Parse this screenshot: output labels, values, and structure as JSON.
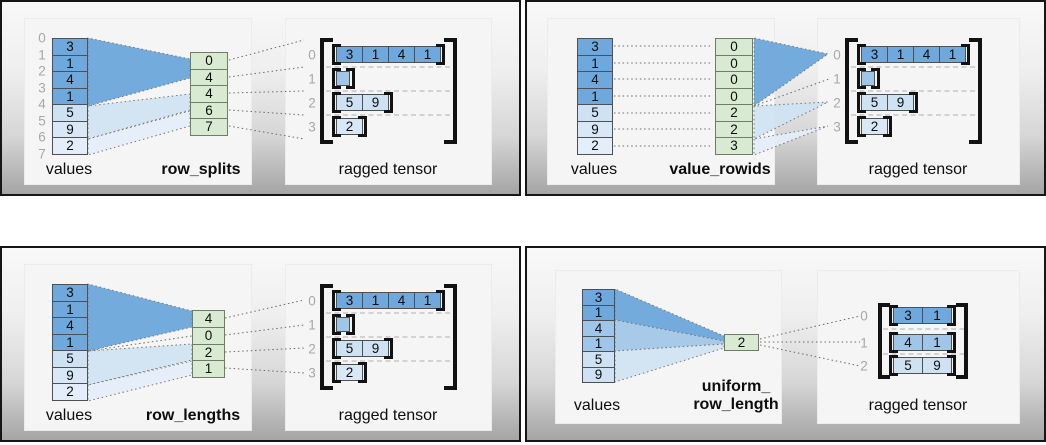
{
  "colors": {
    "dark": "#6fa8dc",
    "mid": "#9fc5e8",
    "light": "#cfe2f3",
    "light2": "#d9e8f6",
    "lighter": "#e4eefa",
    "green": "#d9ead3",
    "panel_border": "#161616",
    "gray_label": "#a8a8a8"
  },
  "panels": [
    {
      "id": "row_splits",
      "values_label": "values",
      "spec_label": "row_splits",
      "tensor_label": "ragged tensor",
      "value_indices": [
        "0",
        "1",
        "2",
        "3",
        "4",
        "5",
        "6",
        "7"
      ],
      "values": [
        "3",
        "1",
        "4",
        "1",
        "5",
        "9",
        "2"
      ],
      "value_shades": [
        "dark",
        "dark",
        "dark",
        "dark",
        "light",
        "light2",
        "lighter"
      ],
      "spec_values": [
        "0",
        "4",
        "4",
        "6",
        "7"
      ],
      "rows": [
        {
          "label": "0",
          "cells": [
            "3",
            "1",
            "4",
            "1"
          ],
          "shade": "dark"
        },
        {
          "label": "1",
          "cells": [],
          "shade": "mid"
        },
        {
          "label": "2",
          "cells": [
            "5",
            "9"
          ],
          "shade": "light"
        },
        {
          "label": "3",
          "cells": [
            "2"
          ],
          "shade": "light2"
        }
      ]
    },
    {
      "id": "value_rowids",
      "values_label": "values",
      "spec_label": "value_rowids",
      "tensor_label": "ragged tensor",
      "value_indices": [],
      "values": [
        "3",
        "1",
        "4",
        "1",
        "5",
        "9",
        "2"
      ],
      "value_shades": [
        "dark",
        "dark",
        "dark",
        "dark",
        "light",
        "light2",
        "lighter"
      ],
      "spec_values": [
        "0",
        "0",
        "0",
        "0",
        "2",
        "2",
        "3"
      ],
      "rows": [
        {
          "label": "0",
          "cells": [
            "3",
            "1",
            "4",
            "1"
          ],
          "shade": "dark"
        },
        {
          "label": "1",
          "cells": [],
          "shade": "mid"
        },
        {
          "label": "2",
          "cells": [
            "5",
            "9"
          ],
          "shade": "light"
        },
        {
          "label": "3",
          "cells": [
            "2"
          ],
          "shade": "light2"
        }
      ]
    },
    {
      "id": "row_lengths",
      "values_label": "values",
      "spec_label": "row_lengths",
      "tensor_label": "ragged tensor",
      "value_indices": [],
      "values": [
        "3",
        "1",
        "4",
        "1",
        "5",
        "9",
        "2"
      ],
      "value_shades": [
        "dark",
        "dark",
        "dark",
        "dark",
        "light",
        "light2",
        "lighter"
      ],
      "spec_values": [
        "4",
        "0",
        "2",
        "1"
      ],
      "rows": [
        {
          "label": "0",
          "cells": [
            "3",
            "1",
            "4",
            "1"
          ],
          "shade": "dark"
        },
        {
          "label": "1",
          "cells": [],
          "shade": "mid"
        },
        {
          "label": "2",
          "cells": [
            "5",
            "9"
          ],
          "shade": "light"
        },
        {
          "label": "3",
          "cells": [
            "2"
          ],
          "shade": "light2"
        }
      ]
    },
    {
      "id": "uniform_row_length",
      "values_label": "values",
      "spec_label": "uniform_",
      "spec_label_line2": "row_length",
      "tensor_label": "ragged tensor",
      "value_indices": [],
      "values": [
        "3",
        "1",
        "4",
        "1",
        "5",
        "9"
      ],
      "value_shades": [
        "dark",
        "dark",
        "mid",
        "mid",
        "light",
        "light"
      ],
      "spec_values": [
        "2"
      ],
      "rows": [
        {
          "label": "0",
          "cells": [
            "3",
            "1"
          ],
          "shade": "dark"
        },
        {
          "label": "1",
          "cells": [
            "4",
            "1"
          ],
          "shade": "mid"
        },
        {
          "label": "2",
          "cells": [
            "5",
            "9"
          ],
          "shade": "light"
        }
      ]
    }
  ]
}
